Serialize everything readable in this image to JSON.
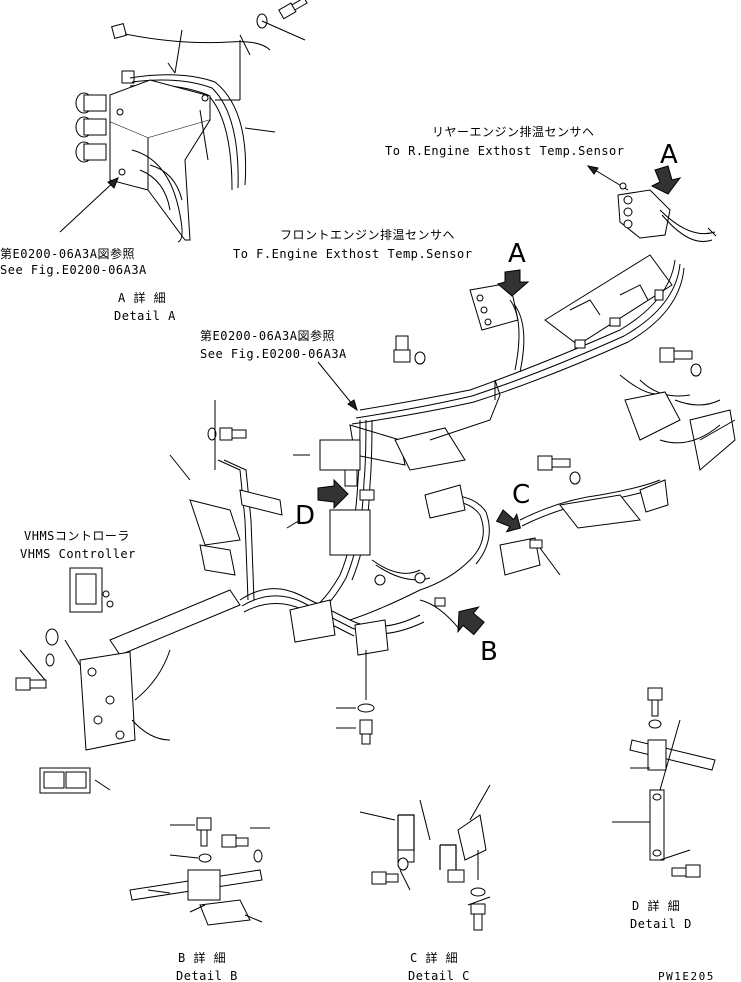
{
  "callouts": {
    "rear_sensor_jp": "リヤーエンジン排温センサヘ",
    "rear_sensor_en": "To R.Engine Exthost Temp.Sensor",
    "front_sensor_jp": "フロントエンジン排温センサヘ",
    "front_sensor_en": "To F.Engine Exthost Temp.Sensor",
    "see_fig_jp_top": "第E0200-06A3A図参照",
    "see_fig_en_top": "See Fig.E0200-06A3A",
    "see_fig_jp_mid": "第E0200-06A3A図参照",
    "see_fig_en_mid": "See Fig.E0200-06A3A",
    "vhms_jp": "VHMSコントローラ",
    "vhms_en": "VHMS Controller"
  },
  "detail_letters": {
    "a_top": "A",
    "a_mid": "A",
    "b": "B",
    "c": "C",
    "d": "D"
  },
  "detail_captions": {
    "a_jp": "A 詳 細",
    "a_en": "Detail A",
    "b_jp": "B 詳 細",
    "b_en": "Detail B",
    "c_jp": "C 詳 細",
    "c_en": "Detail C",
    "d_jp": "D 詳 細",
    "d_en": "Detail D"
  },
  "drawing_number": "PW1E205"
}
